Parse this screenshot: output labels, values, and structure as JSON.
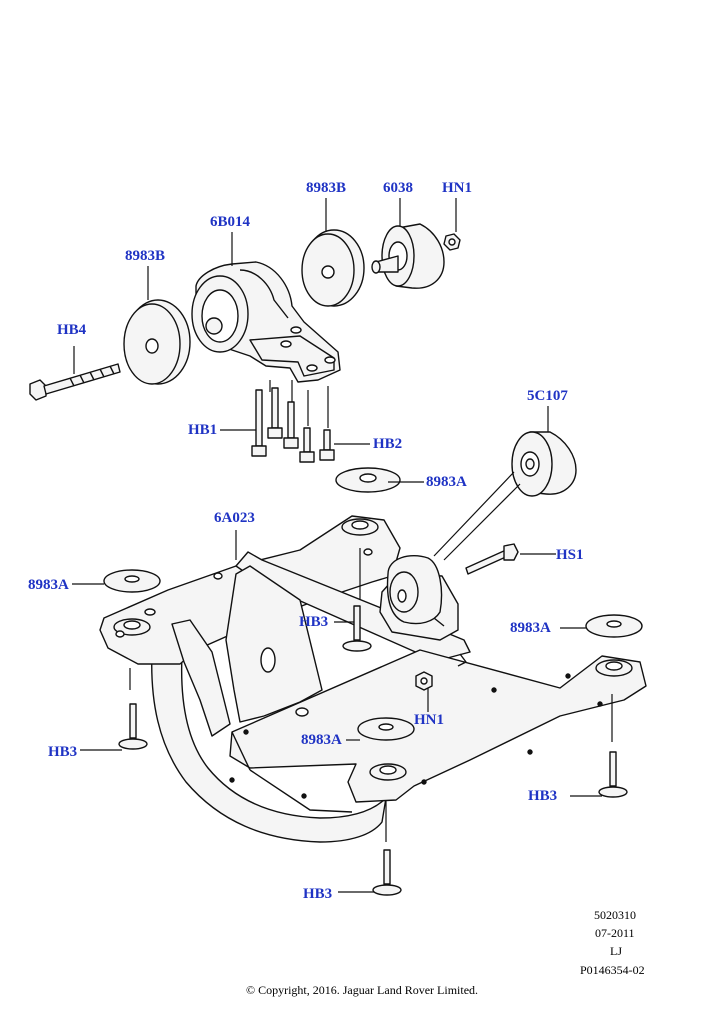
{
  "labels": {
    "hb4": "HB4",
    "b8983_left": "8983B",
    "m6b014": "6B014",
    "b8983_top": "8983B",
    "m6038": "6038",
    "hn1_top": "HN1",
    "hb1": "HB1",
    "hb2": "HB2",
    "c5107": "5C107",
    "a8983_upper": "8983A",
    "m6a023": "6A023",
    "a8983_left": "8983A",
    "hs1": "HS1",
    "hb3_center": "HB3",
    "a8983_right": "8983A",
    "hn1_mid": "HN1",
    "a8983_lower": "8983A",
    "hb3_left": "HB3",
    "hb3_right": "HB3",
    "hb3_bottom": "HB3"
  },
  "footer": {
    "code": "5020310",
    "date": "07-2011",
    "initials": "LJ",
    "ref": "P0146354-02",
    "copyright": "© Copyright, 2016. Jaguar Land Rover Limited."
  },
  "colors": {
    "label": "#1f33c4",
    "line": "#000000",
    "part_fill": "#f4f4f4"
  }
}
